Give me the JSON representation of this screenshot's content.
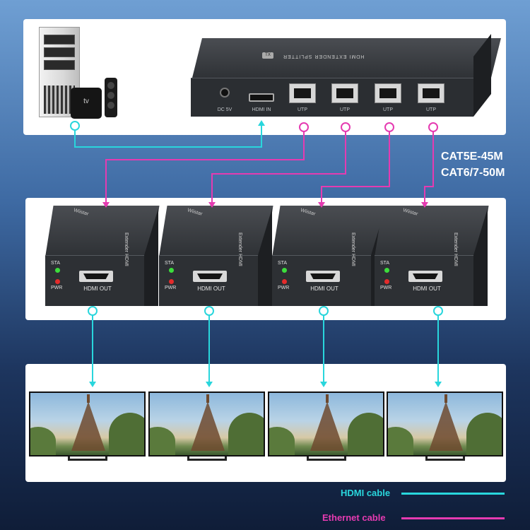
{
  "colors": {
    "hdmi": "#29d6dc",
    "ethernet": "#e53bb1"
  },
  "splitter": {
    "label": "HDMI EXTENDER SPLITTER",
    "tx_badge": "TX",
    "ports": {
      "dc": "DC 5V",
      "hdmi_in": "HDMI IN",
      "utp": [
        "UTP",
        "UTP",
        "UTP",
        "UTP"
      ]
    }
  },
  "source": {
    "tv_box_label": "tv"
  },
  "cable_spec": {
    "line1": "CAT5E-45M",
    "line2": "CAT6/7-50M"
  },
  "receivers": [
    {
      "brand": "Wiistar",
      "model": "Extender HDMI",
      "sta": "STA",
      "pwr": "PWR",
      "out": "HDMI OUT"
    },
    {
      "brand": "Wiistar",
      "model": "Extender HDMI",
      "sta": "STA",
      "pwr": "PWR",
      "out": "HDMI OUT"
    },
    {
      "brand": "Wiistar",
      "model": "Extender HDMI",
      "sta": "STA",
      "pwr": "PWR",
      "out": "HDMI OUT"
    },
    {
      "brand": "Wiistar",
      "model": "Extender HDMI",
      "sta": "STA",
      "pwr": "PWR",
      "out": "HDMI OUT"
    }
  ],
  "legend": {
    "hdmi": "HDMI cable",
    "ethernet": "Ethernet cable"
  }
}
